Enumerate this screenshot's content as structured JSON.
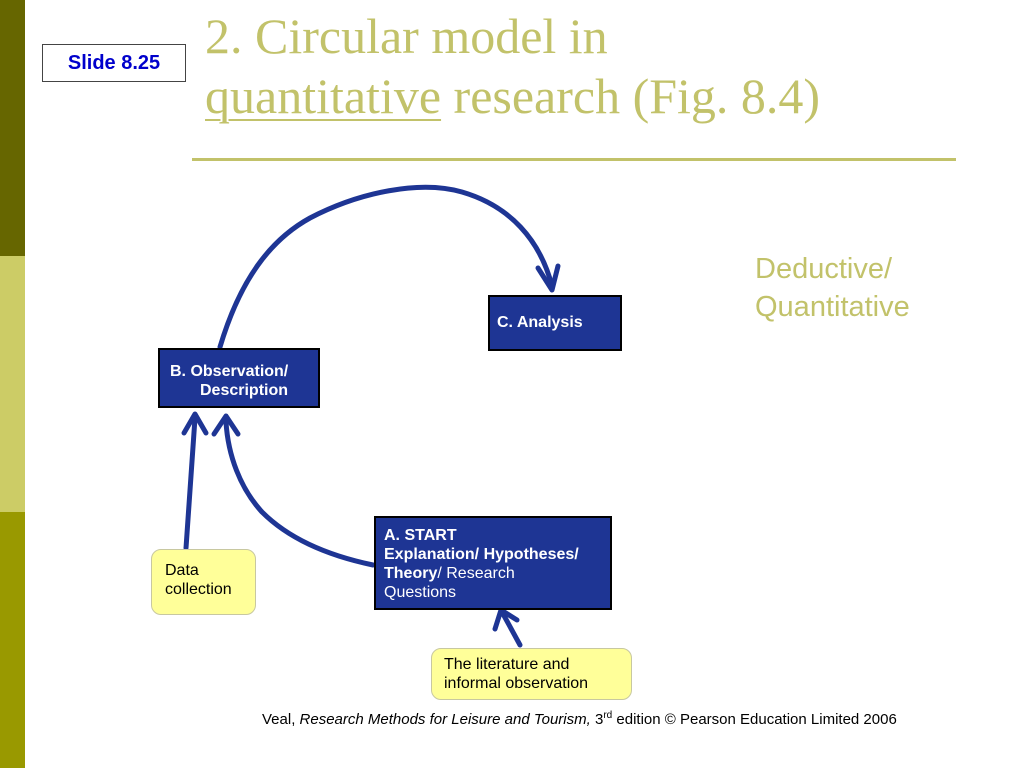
{
  "slide": {
    "label": "Slide 8.25"
  },
  "title": {
    "line1": "2. Circular model in",
    "line2_underlined": "quantitative",
    "line2_rest": " research (Fig. 8.4)"
  },
  "mode_label": {
    "line1": "Deductive/",
    "line2": "Quantitative"
  },
  "boxes": {
    "c": "C.  Analysis",
    "b_line1": "B.  Observation/",
    "b_line2": "Description",
    "a_line1": "A. START",
    "a_line2": "Explanation/ Hypotheses/",
    "a_line3_bold": "Theory",
    "a_line3_rest": "/ Research",
    "a_line4": "Questions"
  },
  "notes": {
    "data_line1": "Data",
    "data_line2": "collection",
    "lit_line1": "The literature and",
    "lit_line2": "informal observation"
  },
  "footer": {
    "author": "Veal, ",
    "book": "Research Methods for Leisure and Tourism,",
    "edition_num": " 3",
    "edition_sup": "rd",
    "rest": " edition © Pearson Education Limited 2006"
  },
  "colors": {
    "sidebar_dark": "#666600",
    "sidebar_light": "#cccc66",
    "sidebar_mid": "#999900",
    "title": "#c2c26a",
    "box_fill": "#1e3594",
    "arrow": "#1e3594",
    "note_fill": "#ffff99",
    "slide_label": "#0000cc"
  }
}
